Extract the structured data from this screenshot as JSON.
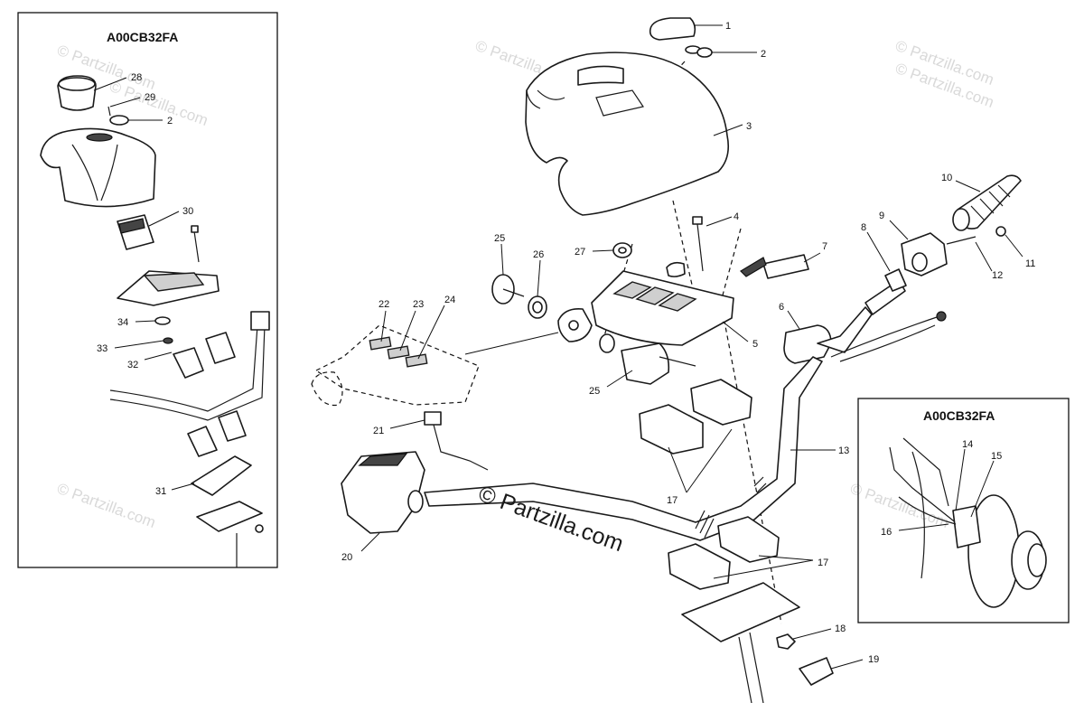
{
  "inset_left": {
    "title": "A00CB32FA"
  },
  "inset_right": {
    "title": "A00CB32FA"
  },
  "watermarks": {
    "small": "© Partzilla.com",
    "main": "© Partzilla.com"
  },
  "callouts": {
    "c1": "1",
    "c2": "2",
    "c3": "3",
    "c4": "4",
    "c5": "5",
    "c6": "6",
    "c7": "7",
    "c8": "8",
    "c9": "9",
    "c10": "10",
    "c11": "11",
    "c12": "12",
    "c13": "13",
    "c17a": "17",
    "c17b": "17",
    "c18": "18",
    "c19": "19",
    "c20": "20",
    "c21": "21",
    "c22": "22",
    "c23": "23",
    "c24": "24",
    "c25a": "25",
    "c25b": "25",
    "c26": "26",
    "c27": "27"
  },
  "inset_left_callouts": {
    "c28": "28",
    "c29": "29",
    "c2": "2",
    "c30": "30",
    "c34": "34",
    "c33": "33",
    "c32": "32",
    "c31": "31"
  },
  "inset_right_callouts": {
    "c14": "14",
    "c15": "15",
    "c16": "16"
  }
}
